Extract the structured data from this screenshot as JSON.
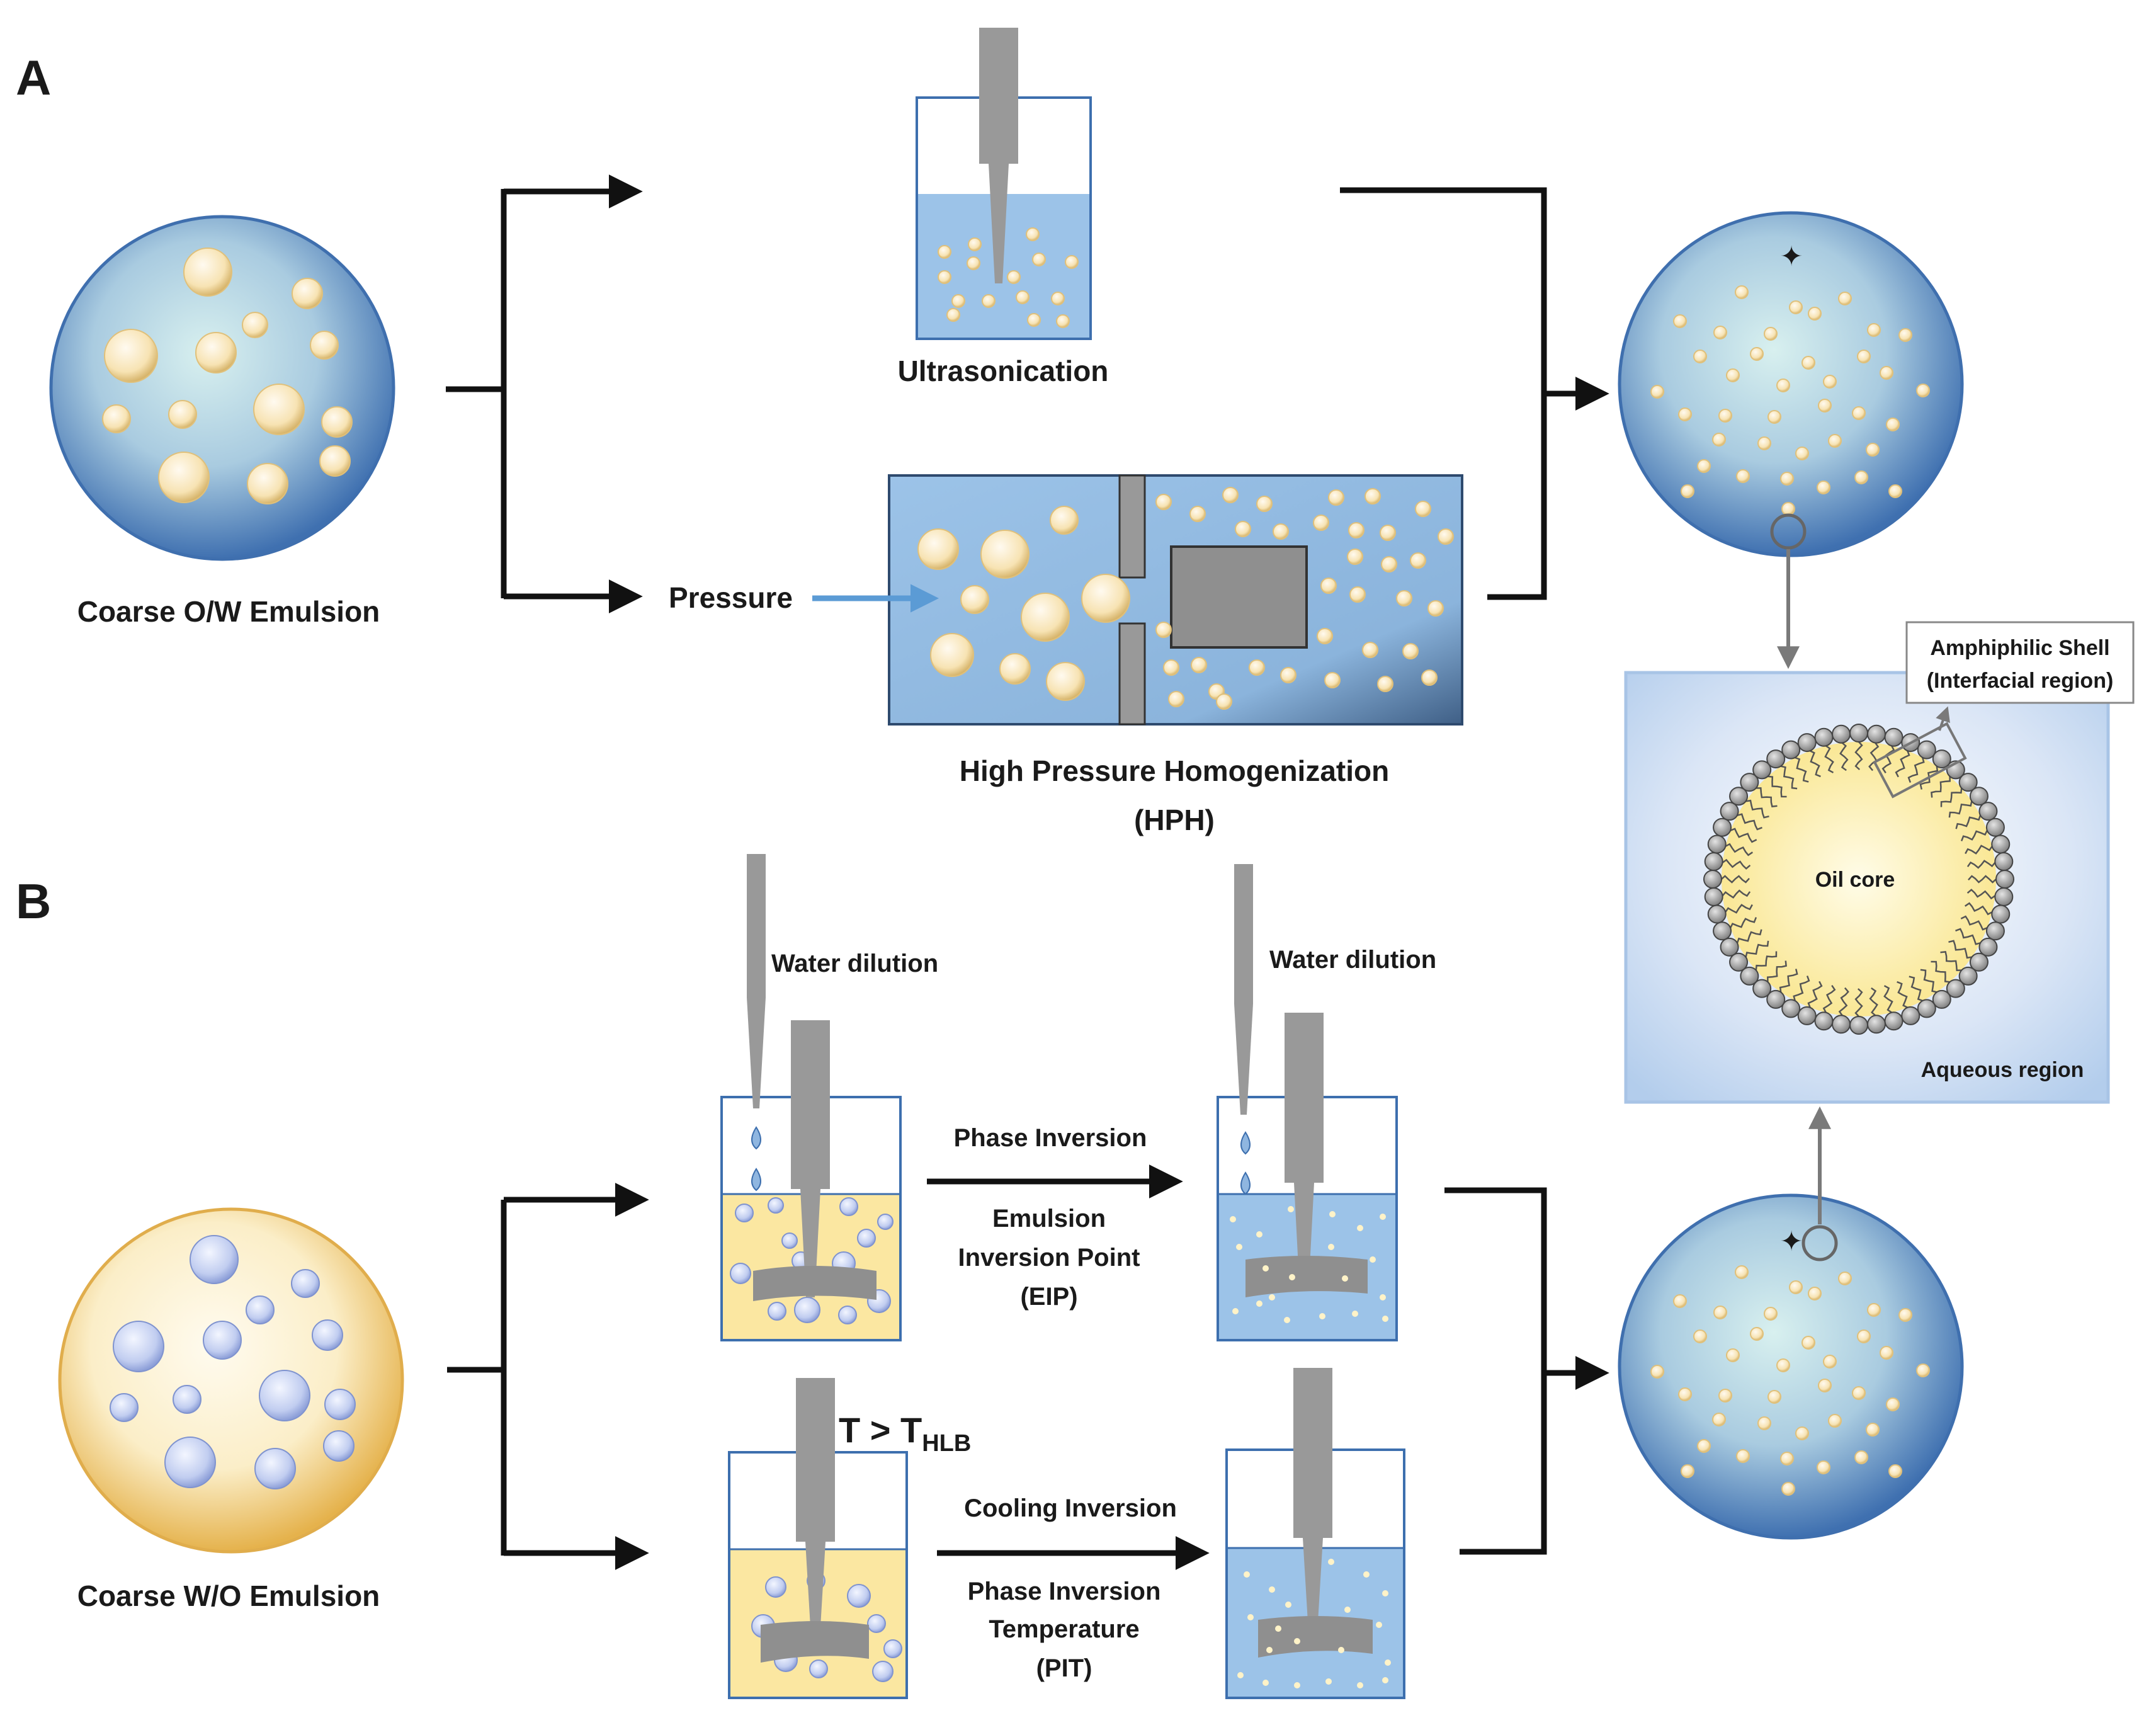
{
  "panel_a": {
    "letter": "A",
    "coarse_label": "Coarse O/W Emulsion",
    "ultrasonication_label": "Ultrasonication",
    "pressure_label": "Pressure",
    "hph_label_line1": "High Pressure Homogenization",
    "hph_label_line2": "(HPH)"
  },
  "panel_b": {
    "letter": "B",
    "coarse_label": "Coarse W/O Emulsion",
    "water_dilution_1": "Water dilution",
    "water_dilution_2": "Water dilution",
    "phase_inversion": "Phase Inversion",
    "eip_line1": "Emulsion",
    "eip_line2": "Inversion Point",
    "eip_line3": "(EIP)",
    "temp_T": "T > T",
    "temp_sub": "HLB",
    "cooling_inversion": "Cooling Inversion",
    "pit_line1": "Phase Inversion",
    "pit_line2": "Temperature",
    "pit_line3": "(PIT)"
  },
  "nanoemulsion_detail": {
    "shell_label_line1": "Amphiphilic Shell",
    "shell_label_line2": "(Interfacial region)",
    "oil_core_label": "Oil core",
    "aqueous_label": "Aqueous region"
  },
  "colors": {
    "water_blue": "#9ec5ea",
    "oil_yellow": "#f9e6a8",
    "droplet_cream": "#fbeecb",
    "probe_gray": "#999999",
    "arrow_black": "#111111",
    "pressure_arrow": "#5b9bd5"
  }
}
